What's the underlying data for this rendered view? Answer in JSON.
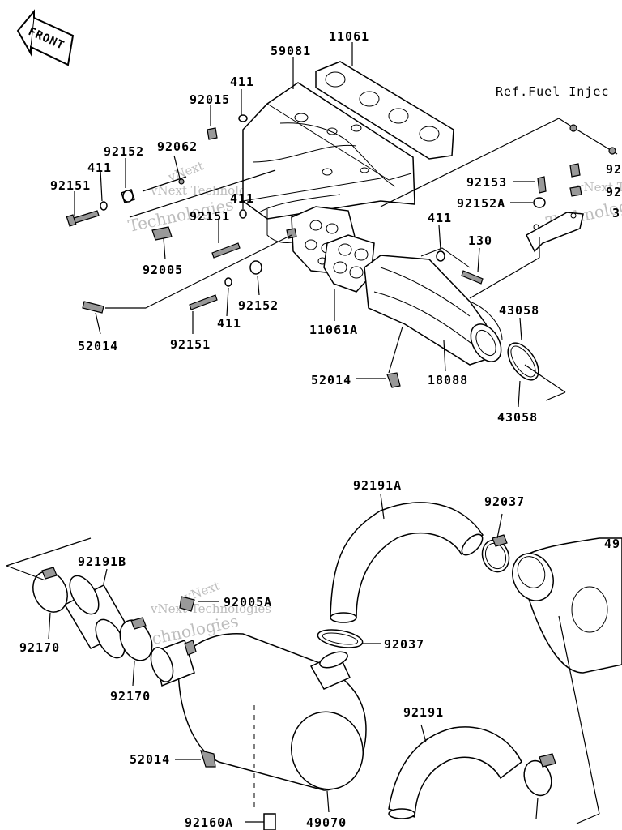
{
  "orientation": {
    "front_label": "FRONT"
  },
  "reference": {
    "text": "Ref.Fuel Injec"
  },
  "watermark": {
    "line1": "vNext",
    "line2": "vNext Technologies",
    "line3": "Technologies"
  },
  "labels": {
    "p11061": "11061",
    "p59081": "59081",
    "p411_a": "411",
    "p92015": "92015",
    "p92152_a": "92152",
    "p92062": "92062",
    "p411_b": "411",
    "p92151_a": "92151",
    "p92151_b": "92151",
    "p411_c": "411",
    "p92005": "92005",
    "p92152_b": "92152",
    "p411_d": "411",
    "p92151_c": "92151",
    "p52014_a": "52014",
    "p11061A": "11061A",
    "p52014_b": "52014",
    "p18088": "18088",
    "p43058_a": "43058",
    "p43058_b": "43058",
    "p92153": "92153",
    "p92152A": "92152A",
    "p411_e": "411",
    "p130": "130",
    "p92_right1": "92",
    "p92_right2": "92",
    "p3_right": "3",
    "p92191A": "92191A",
    "p92037_a": "92037",
    "p49_right": "49",
    "p92191B": "92191B",
    "p92005A": "92005A",
    "p92037_b": "92037",
    "p92170_a": "92170",
    "p92170_b": "92170",
    "p52014_c": "52014",
    "p92191": "92191",
    "p92160A": "92160A",
    "p49070": "49070"
  }
}
